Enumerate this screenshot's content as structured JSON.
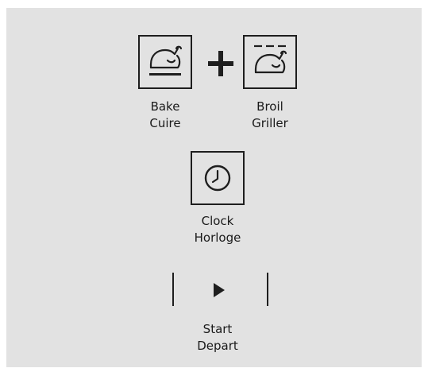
{
  "keypad": {
    "bake": {
      "label_en": "Bake",
      "label_fr": "Cuire",
      "icon": "bake-chicken-icon"
    },
    "plus": {
      "icon": "plus-icon"
    },
    "broil": {
      "label_en": "Broil",
      "label_fr": "Griller",
      "icon": "broil-chicken-icon"
    },
    "clock": {
      "label_en": "Clock",
      "label_fr": "Horloge",
      "icon": "clock-icon"
    },
    "start": {
      "label_en": "Start",
      "label_fr": "Depart",
      "icon": "play-icon"
    }
  },
  "colors": {
    "panel_background": "#e2e2e2",
    "ink": "#1e1e1e"
  }
}
